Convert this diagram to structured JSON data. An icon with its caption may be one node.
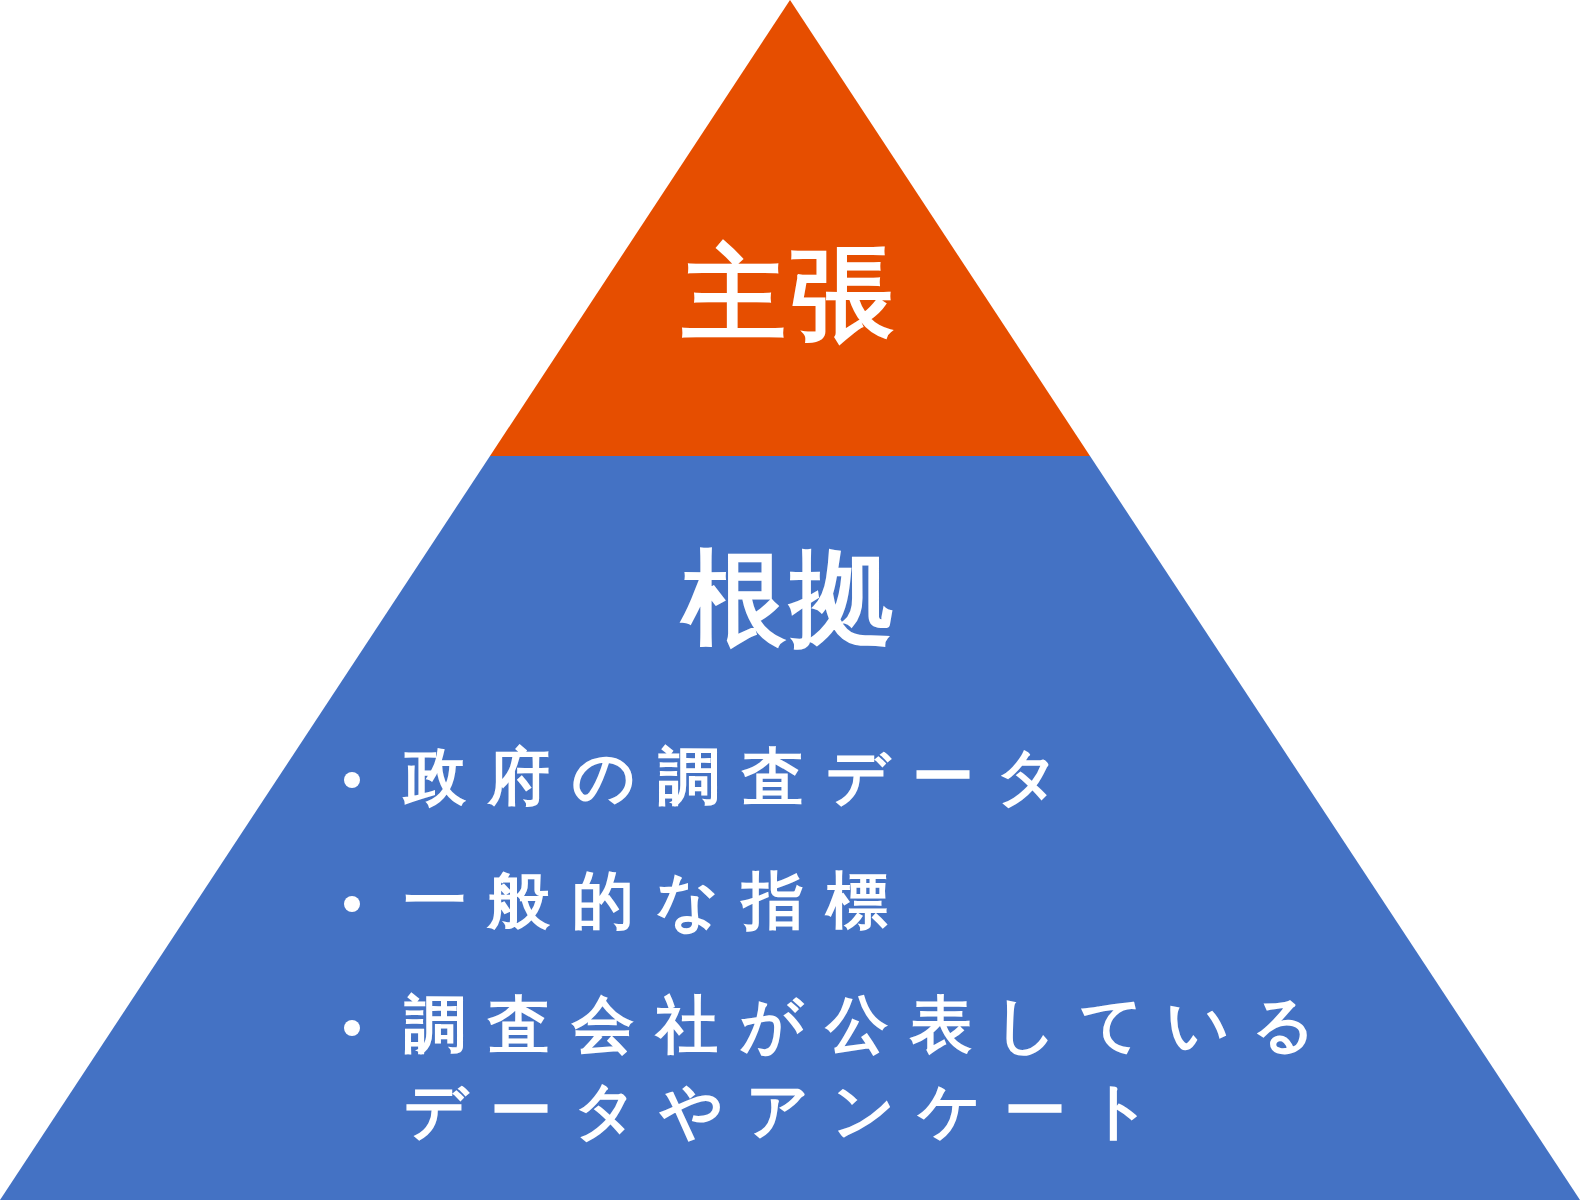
{
  "diagram": {
    "nodes": [
      {
        "text": [
          "主張"
        ]
      },
      {
        "text": [
          "根拠",
          "政府の調査データ",
          "一般的な指標",
          "調査会社が公表しているデータやアンケート"
        ]
      }
    ]
  }
}
